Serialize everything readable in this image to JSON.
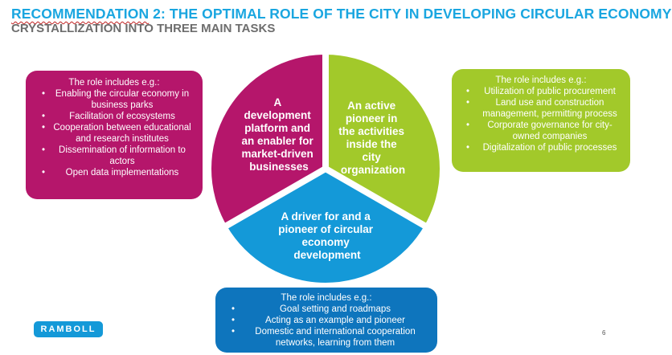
{
  "header": {
    "title": "RECOMMENDATION 2: THE OPTIMAL ROLE OF THE CITY IN DEVELOPING CIRCULAR ECONOMY",
    "title_prefix": "RECOMMENDATION",
    "title_rest": " 2: THE OPTIMAL ROLE OF THE CITY IN DEVELOPING CIRCULAR ECONOMY",
    "subtitle": "CRYSTALLIZATION INTO THREE MAIN TASKS"
  },
  "segments": {
    "left": {
      "color": "#b5166b",
      "lines": [
        "A",
        "development",
        "platform and",
        "an enabler for",
        "market-driven",
        "businesses"
      ]
    },
    "right": {
      "color": "#a2c92a",
      "lines": [
        "An active",
        "pioneer in",
        "the activities",
        "inside the",
        "city",
        "organization"
      ]
    },
    "bottom": {
      "color": "#1499d8",
      "lines": [
        "A driver for and a",
        "pioneer of circular",
        "economy",
        "development"
      ]
    }
  },
  "boxes": {
    "left": {
      "heading": "The role includes e.g.:",
      "items": [
        "Enabling the circular economy in business parks",
        "Facilitation of ecosystems",
        "Cooperation between educational and research institutes",
        "Dissemination of information to actors",
        "Open data implementations"
      ]
    },
    "right": {
      "heading": "The role includes e.g.:",
      "items": [
        "Utilization of public procurement",
        "Land use and construction management, permitting process",
        "Corporate governance for city-owned companies",
        "Digitalization of public processes"
      ]
    },
    "bottom": {
      "heading": "The role includes e.g.:",
      "items": [
        "Goal setting and roadmaps",
        "Acting as an example and pioneer",
        "Domestic and international cooperation networks, learning from them"
      ]
    }
  },
  "footer": {
    "logo": "RAMBOLL",
    "page_number": "6"
  }
}
